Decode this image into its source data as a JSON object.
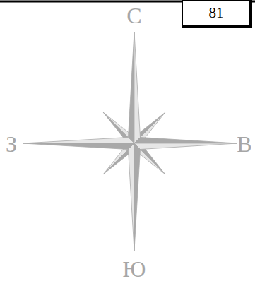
{
  "diagram": {
    "nodes": [
      {
        "text": [
          "81"
        ]
      }
    ],
    "labels": [
      "С",
      "З",
      "В",
      "Ю"
    ]
  }
}
